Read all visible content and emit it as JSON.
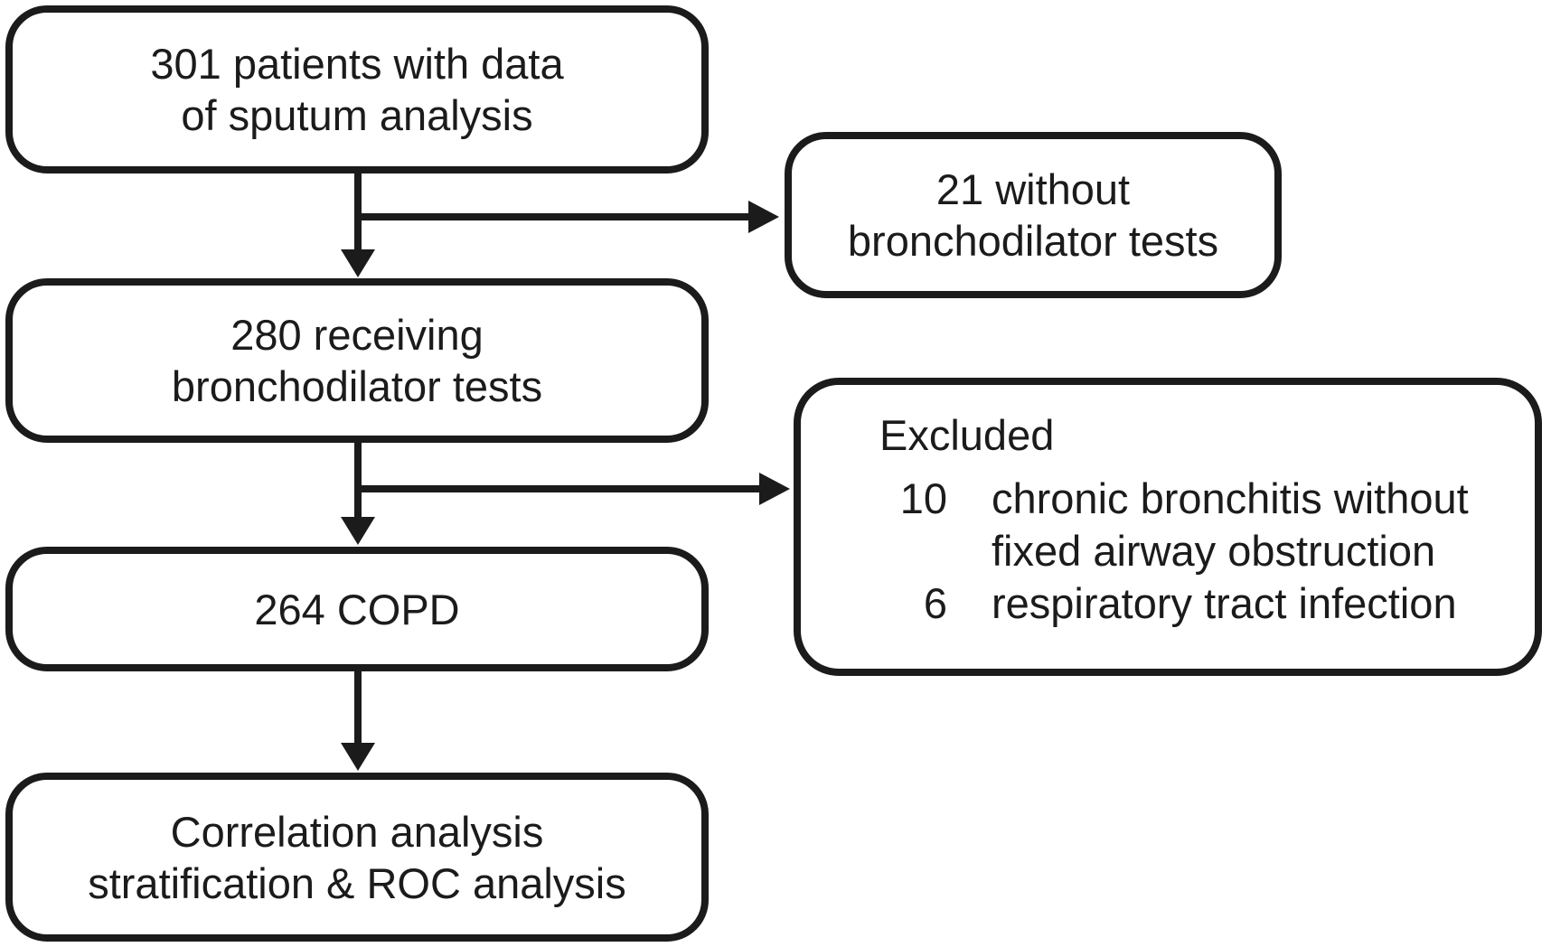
{
  "figure": {
    "kind": "study-flowchart",
    "ink_color": "#1b1b1b",
    "background_color": "#ffffff"
  },
  "boxes": {
    "patients": {
      "lines": [
        "301 patients with data",
        "of sputum analysis"
      ]
    },
    "receiving": {
      "lines": [
        "280 receiving",
        "bronchodilator tests"
      ]
    },
    "copd": {
      "lines": [
        "264 COPD"
      ]
    },
    "analysis": {
      "lines": [
        "Correlation analysis",
        "stratification & ROC analysis"
      ]
    },
    "no_bronchodilator": {
      "lines": [
        "21 without",
        "bronchodilator tests"
      ]
    },
    "excluded": {
      "title": "Excluded",
      "items": [
        {
          "count": "10",
          "lines": [
            "chronic bronchitis without",
            "fixed airway obstruction"
          ]
        },
        {
          "count": "6",
          "lines": [
            "respiratory tract infection"
          ]
        }
      ]
    }
  }
}
